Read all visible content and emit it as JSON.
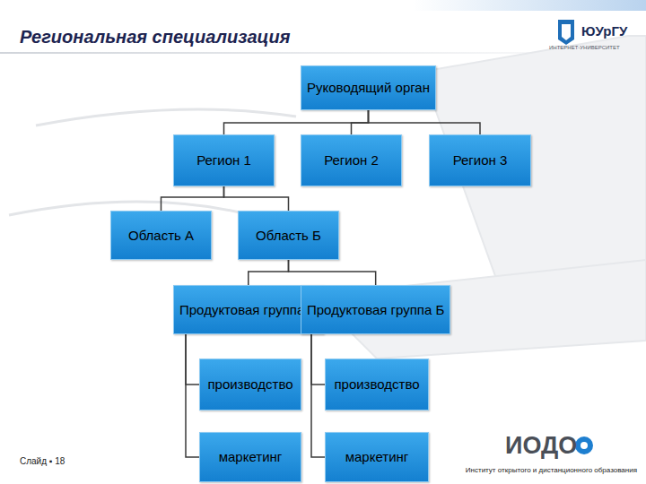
{
  "diagram": {
    "title": "Региональная специализация",
    "nodes": [
      {
        "text": [
          "Руководящий орган"
        ]
      },
      {
        "text": [
          "Регион 1"
        ]
      },
      {
        "text": [
          "Регион 2"
        ]
      },
      {
        "text": [
          "Регион 3"
        ]
      },
      {
        "text": [
          "Область А"
        ]
      },
      {
        "text": [
          "Область Б"
        ]
      },
      {
        "text": [
          "Продуктовая группа А"
        ]
      },
      {
        "text": [
          "Продуктовая группа Б"
        ]
      },
      {
        "text": [
          "производство"
        ]
      },
      {
        "text": [
          "производство"
        ]
      },
      {
        "text": [
          "маркетинг"
        ]
      },
      {
        "text": [
          "маркетинг"
        ]
      }
    ],
    "edges": [
      {
        "from": 0,
        "to": 1,
        "arrow": "none"
      },
      {
        "from": 0,
        "to": 2,
        "arrow": "none"
      },
      {
        "from": 0,
        "to": 3,
        "arrow": "none"
      },
      {
        "from": 1,
        "to": 4,
        "arrow": "none"
      },
      {
        "from": 1,
        "to": 5,
        "arrow": "none"
      },
      {
        "from": 5,
        "to": 6,
        "arrow": "none"
      },
      {
        "from": 5,
        "to": 7,
        "arrow": "none"
      },
      {
        "from": 6,
        "to": 8,
        "arrow": "none"
      },
      {
        "from": 6,
        "to": 10,
        "arrow": "none"
      },
      {
        "from": 7,
        "to": 9,
        "arrow": "none"
      },
      {
        "from": 7,
        "to": 11,
        "arrow": "none"
      }
    ],
    "labels": [
      "ЮУрГУ",
      "ИНТЕРНЕТ-УНИВЕРСИТЕТ",
      "Слайд ▪ 18",
      "ИОДО",
      "Институт открытого и дистанционного образования"
    ]
  }
}
